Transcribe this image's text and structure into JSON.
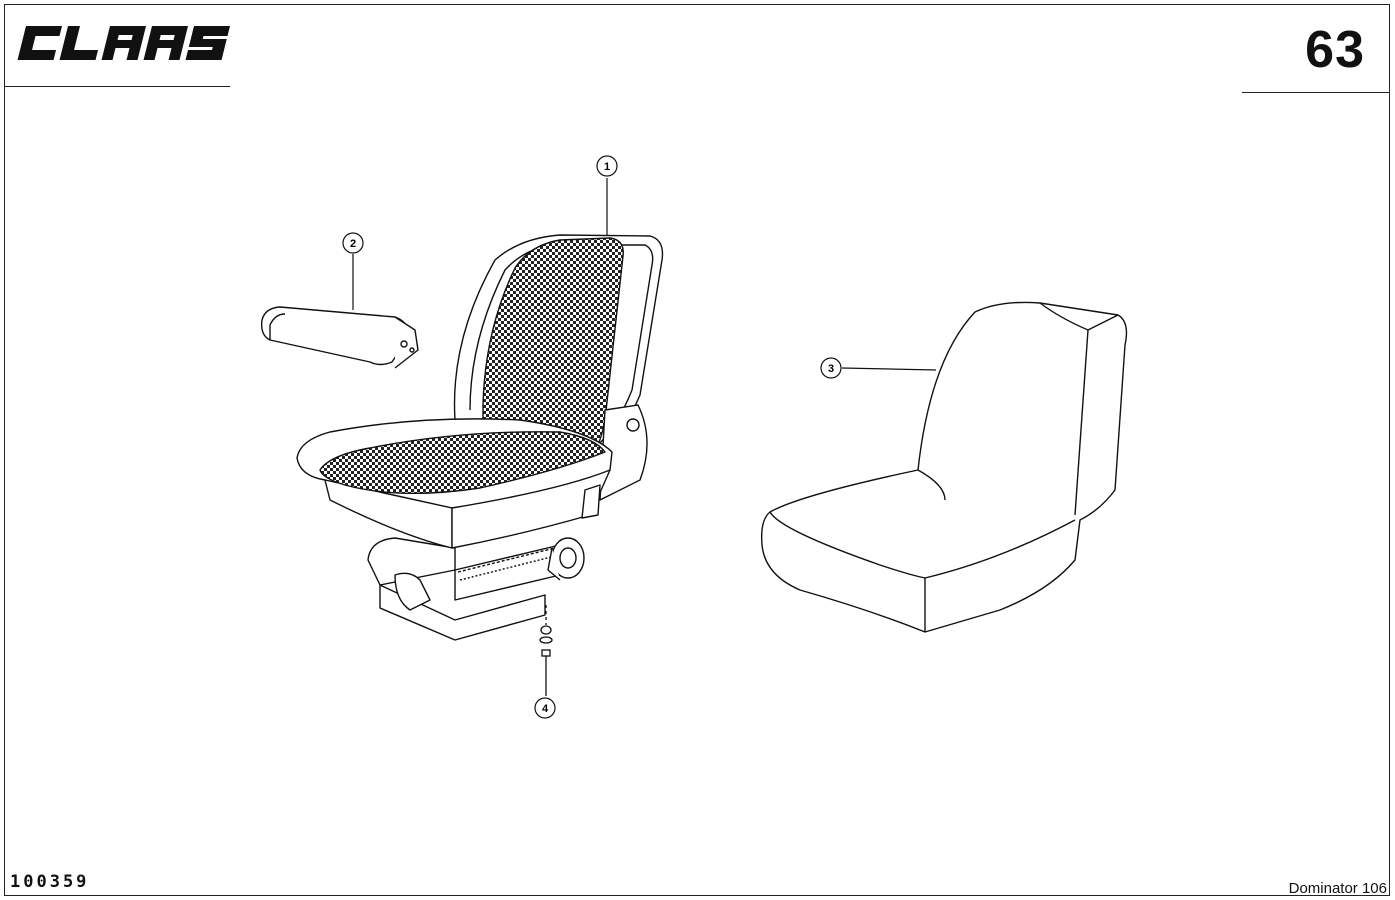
{
  "header": {
    "brand": "CLAAS",
    "page_number": "63"
  },
  "drawing": {
    "callouts": [
      {
        "id": "1",
        "label": "1"
      },
      {
        "id": "2",
        "label": "2"
      },
      {
        "id": "3",
        "label": "3"
      },
      {
        "id": "4",
        "label": "4"
      }
    ]
  },
  "footer": {
    "doc_code": "100359",
    "model": "Dominator 106"
  }
}
